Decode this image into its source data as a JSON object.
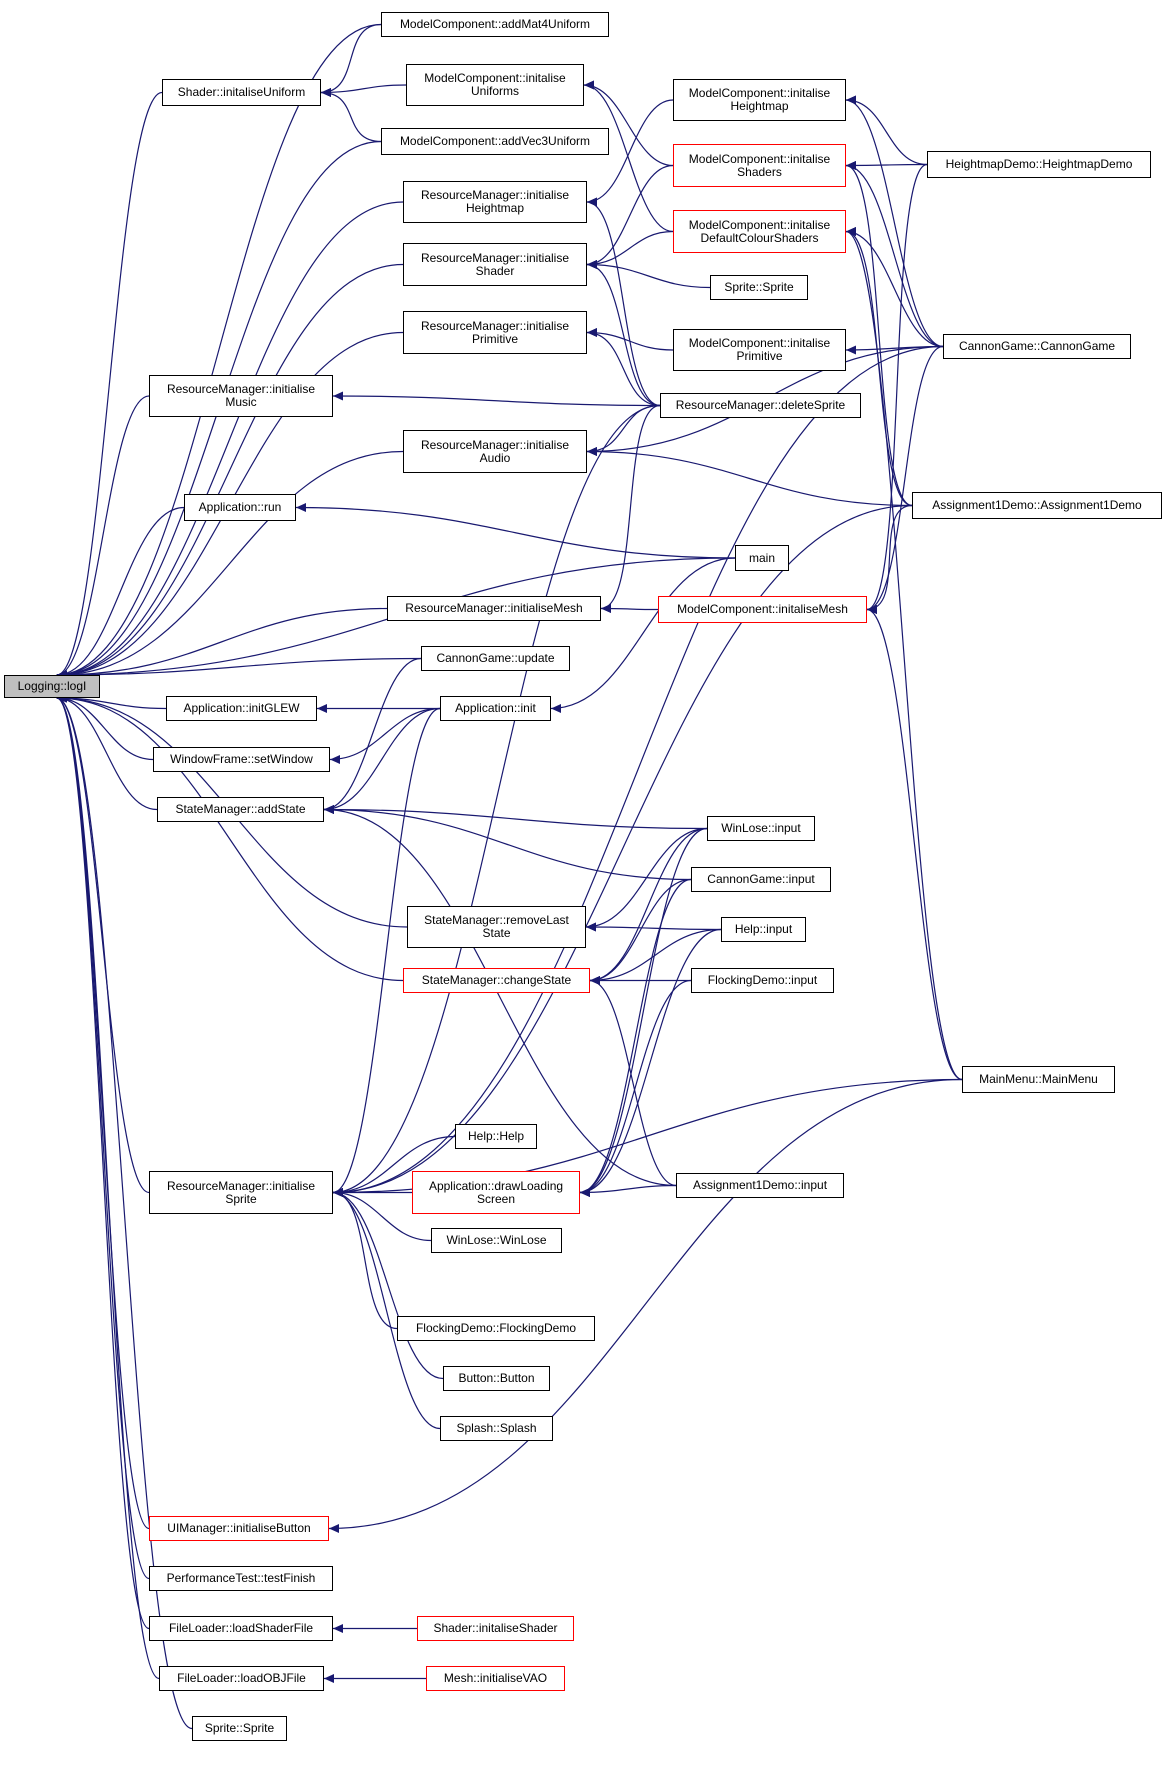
{
  "graph": {
    "colors": {
      "edge": "#191970",
      "highlight_border": "#ff0000",
      "root_fill": "#bfbfbf",
      "node_border": "#000000"
    },
    "nodes": [
      {
        "id": "root",
        "lines": [
          "Logging::logI"
        ]
      },
      {
        "id": "n1",
        "lines": [
          "ModelComponent::addMat4Uniform"
        ]
      },
      {
        "id": "n2",
        "lines": [
          "Shader::initaliseUniform"
        ]
      },
      {
        "id": "n3",
        "lines": [
          "ModelComponent::initalise",
          "Uniforms"
        ]
      },
      {
        "id": "n4",
        "lines": [
          "ModelComponent::addVec3Uniform"
        ]
      },
      {
        "id": "n5",
        "lines": [
          "ModelComponent::initalise",
          "Heightmap"
        ]
      },
      {
        "id": "n6",
        "lines": [
          "ModelComponent::initalise",
          "Shaders"
        ],
        "highlight": true
      },
      {
        "id": "n7",
        "lines": [
          "HeightmapDemo::HeightmapDemo"
        ]
      },
      {
        "id": "n8",
        "lines": [
          "ResourceManager::initialise",
          "Heightmap"
        ]
      },
      {
        "id": "n9",
        "lines": [
          "ModelComponent::initalise",
          "DefaultColourShaders"
        ],
        "highlight": true
      },
      {
        "id": "n10",
        "lines": [
          "ResourceManager::initialise",
          "Shader"
        ]
      },
      {
        "id": "n11",
        "lines": [
          "Sprite::Sprite"
        ]
      },
      {
        "id": "n12",
        "lines": [
          "ResourceManager::initialise",
          "Primitive"
        ]
      },
      {
        "id": "n13",
        "lines": [
          "ModelComponent::initalise",
          "Primitive"
        ]
      },
      {
        "id": "n14",
        "lines": [
          "CannonGame::CannonGame"
        ]
      },
      {
        "id": "n15",
        "lines": [
          "ResourceManager::initialise",
          "Music"
        ]
      },
      {
        "id": "n16",
        "lines": [
          "ResourceManager::deleteSprite"
        ]
      },
      {
        "id": "n17",
        "lines": [
          "ResourceManager::initialise",
          "Audio"
        ]
      },
      {
        "id": "n18",
        "lines": [
          "Assignment1Demo::Assignment1Demo"
        ]
      },
      {
        "id": "n19",
        "lines": [
          "Application::run"
        ]
      },
      {
        "id": "n20",
        "lines": [
          "main"
        ]
      },
      {
        "id": "n21",
        "lines": [
          "ResourceManager::initialiseMesh"
        ]
      },
      {
        "id": "n22",
        "lines": [
          "ModelComponent::initaliseMesh"
        ],
        "highlight": true
      },
      {
        "id": "n23",
        "lines": [
          "CannonGame::update"
        ]
      },
      {
        "id": "n24",
        "lines": [
          "Application::initGLEW"
        ]
      },
      {
        "id": "n25",
        "lines": [
          "Application::init"
        ]
      },
      {
        "id": "n26",
        "lines": [
          "WindowFrame::setWindow"
        ]
      },
      {
        "id": "n27",
        "lines": [
          "StateManager::addState"
        ]
      },
      {
        "id": "n28",
        "lines": [
          "WinLose::input"
        ]
      },
      {
        "id": "n29",
        "lines": [
          "CannonGame::input"
        ]
      },
      {
        "id": "n30",
        "lines": [
          "StateManager::removeLast",
          "State"
        ]
      },
      {
        "id": "n31",
        "lines": [
          "Help::input"
        ]
      },
      {
        "id": "n32",
        "lines": [
          "StateManager::changeState"
        ],
        "highlight": true
      },
      {
        "id": "n33",
        "lines": [
          "FlockingDemo::input"
        ]
      },
      {
        "id": "n34",
        "lines": [
          "MainMenu::MainMenu"
        ]
      },
      {
        "id": "n35",
        "lines": [
          "Help::Help"
        ]
      },
      {
        "id": "n36",
        "lines": [
          "ResourceManager::initialise",
          "Sprite"
        ]
      },
      {
        "id": "n37",
        "lines": [
          "Application::drawLoading",
          "Screen"
        ],
        "highlight": true
      },
      {
        "id": "n38",
        "lines": [
          "Assignment1Demo::input"
        ]
      },
      {
        "id": "n39",
        "lines": [
          "WinLose::WinLose"
        ]
      },
      {
        "id": "n40",
        "lines": [
          "FlockingDemo::FlockingDemo"
        ]
      },
      {
        "id": "n41",
        "lines": [
          "Button::Button"
        ]
      },
      {
        "id": "n42",
        "lines": [
          "Splash::Splash"
        ]
      },
      {
        "id": "n43",
        "lines": [
          "UIManager::initialiseButton"
        ],
        "highlight": true
      },
      {
        "id": "n44",
        "lines": [
          "PerformanceTest::testFinish"
        ]
      },
      {
        "id": "n45",
        "lines": [
          "FileLoader::loadShaderFile"
        ]
      },
      {
        "id": "n46",
        "lines": [
          "Shader::initaliseShader"
        ],
        "highlight": true
      },
      {
        "id": "n47",
        "lines": [
          "FileLoader::loadOBJFile"
        ]
      },
      {
        "id": "n48",
        "lines": [
          "Mesh::initialiseVAO"
        ],
        "highlight": true
      },
      {
        "id": "n49",
        "lines": [
          "Sprite::Sprite"
        ]
      }
    ]
  }
}
